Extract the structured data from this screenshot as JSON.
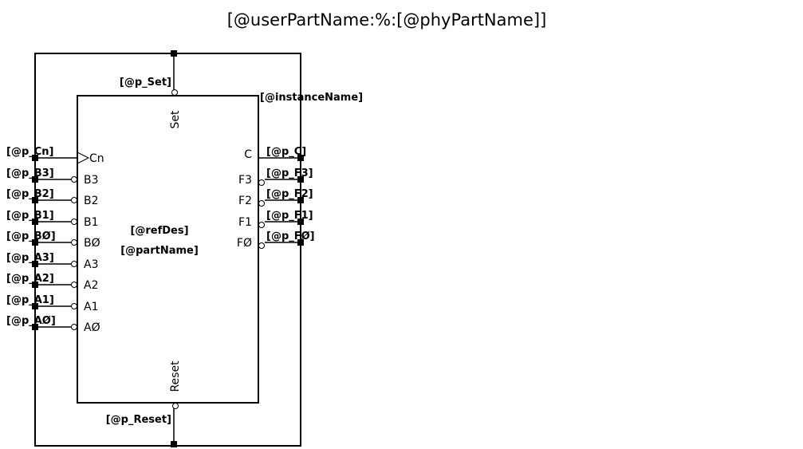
{
  "title": "[@userPartName:%:[@phyPartName]]",
  "instance_name": "[@instanceName]",
  "ref_des": "[@refDes]",
  "part_name": "[@partName]",
  "top_pin": {
    "name": "Set",
    "net": "[@p_Set]"
  },
  "bottom_pin": {
    "name": "Reset",
    "net": "[@p_Reset]"
  },
  "left_pins": [
    {
      "name": "Cn",
      "net": "[@p_Cn]",
      "type": "clock"
    },
    {
      "name": "B3",
      "net": "[@p_B3]",
      "type": "bubble"
    },
    {
      "name": "B2",
      "net": "[@p_B2]",
      "type": "bubble"
    },
    {
      "name": "B1",
      "net": "[@p_B1]",
      "type": "bubble"
    },
    {
      "name": "BØ",
      "net": "[@p_BØ]",
      "type": "bubble"
    },
    {
      "name": "A3",
      "net": "[@p_A3]",
      "type": "bubble"
    },
    {
      "name": "A2",
      "net": "[@p_A2]",
      "type": "bubble"
    },
    {
      "name": "A1",
      "net": "[@p_A1]",
      "type": "bubble"
    },
    {
      "name": "AØ",
      "net": "[@p_AØ]",
      "type": "bubble"
    }
  ],
  "right_pins": [
    {
      "name": "C",
      "net": "[@p_C]",
      "type": "plain"
    },
    {
      "name": "F3",
      "net": "[@p_F3]",
      "type": "bubble"
    },
    {
      "name": "F2",
      "net": "[@p_F2]",
      "type": "bubble"
    },
    {
      "name": "F1",
      "net": "[@p_F1]",
      "type": "bubble"
    },
    {
      "name": "FØ",
      "net": "[@p_FØ]",
      "type": "bubble"
    }
  ],
  "colors": {
    "line": "#000000",
    "background": "#ffffff"
  }
}
